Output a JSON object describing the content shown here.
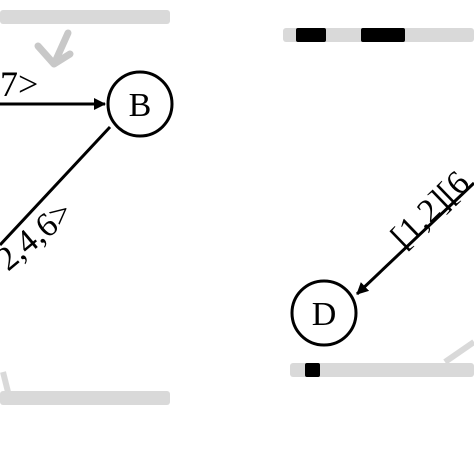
{
  "colors": {
    "background": "#ffffff",
    "ink": "#000000",
    "track": "#d9d9d9",
    "track_mark": "#000000"
  },
  "nodes": {
    "b": {
      "label": "B"
    },
    "d": {
      "label": "D"
    }
  },
  "edges": {
    "to_b_top": {
      "label": "7>"
    },
    "to_b_lower": {
      "label": "2,4,6>"
    },
    "to_d": {
      "label": "[1,2][6"
    }
  },
  "icons": {
    "arrowheads": "arrowhead-icon",
    "gray_pointer": "gray-arrow-icon"
  }
}
